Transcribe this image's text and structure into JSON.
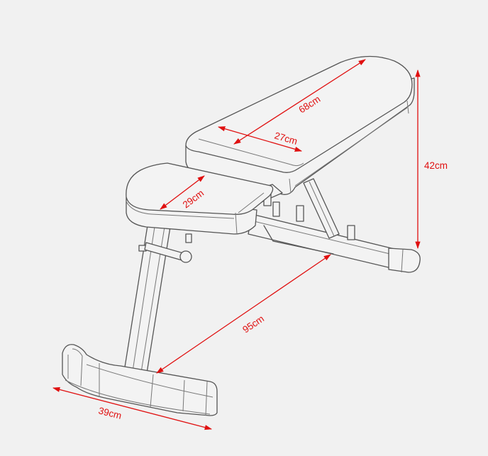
{
  "diagram": {
    "subject": "Adjustable weight bench",
    "style": "line drawing with dimension arrows",
    "colors": {
      "background": "#f1f1f1",
      "outline": "#555555",
      "dimension": "#e01010"
    },
    "dimensions": {
      "backrest_length": "68cm",
      "backrest_width": "27cm",
      "seat_length": "29cm",
      "height": "42cm",
      "total_length": "95cm",
      "front_foot_width": "39cm"
    }
  }
}
